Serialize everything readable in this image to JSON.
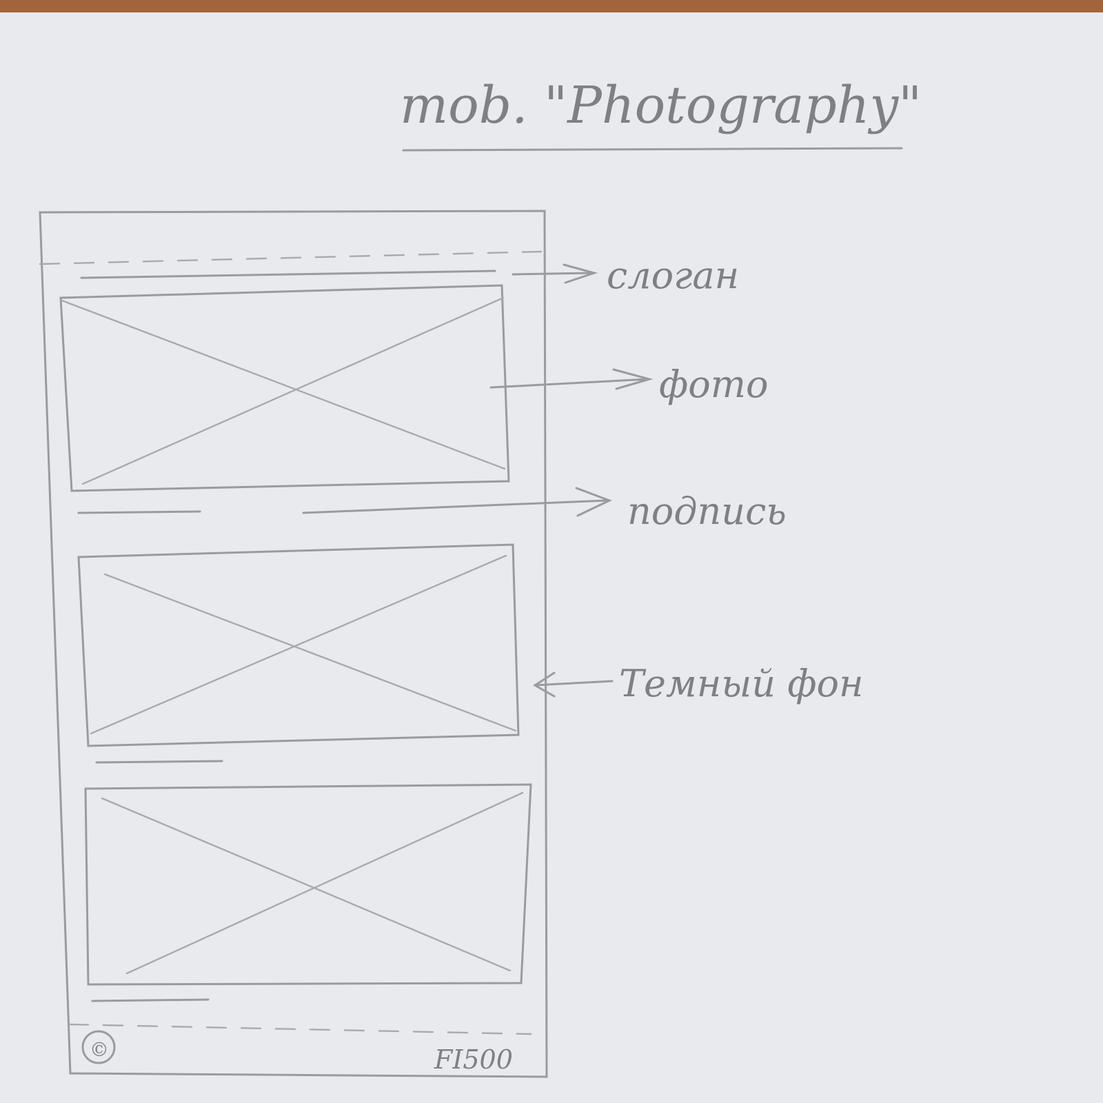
{
  "title": "mob. \"Photography\"",
  "annotations": {
    "slogan": "слоган",
    "photo": "фото",
    "caption": "подпись",
    "dark_background": "Темный фон"
  },
  "footer": {
    "copyright": "©",
    "code": "FI500"
  },
  "photos": [
    {
      "name": "photo-placeholder-1"
    },
    {
      "name": "photo-placeholder-2"
    },
    {
      "name": "photo-placeholder-3"
    }
  ]
}
